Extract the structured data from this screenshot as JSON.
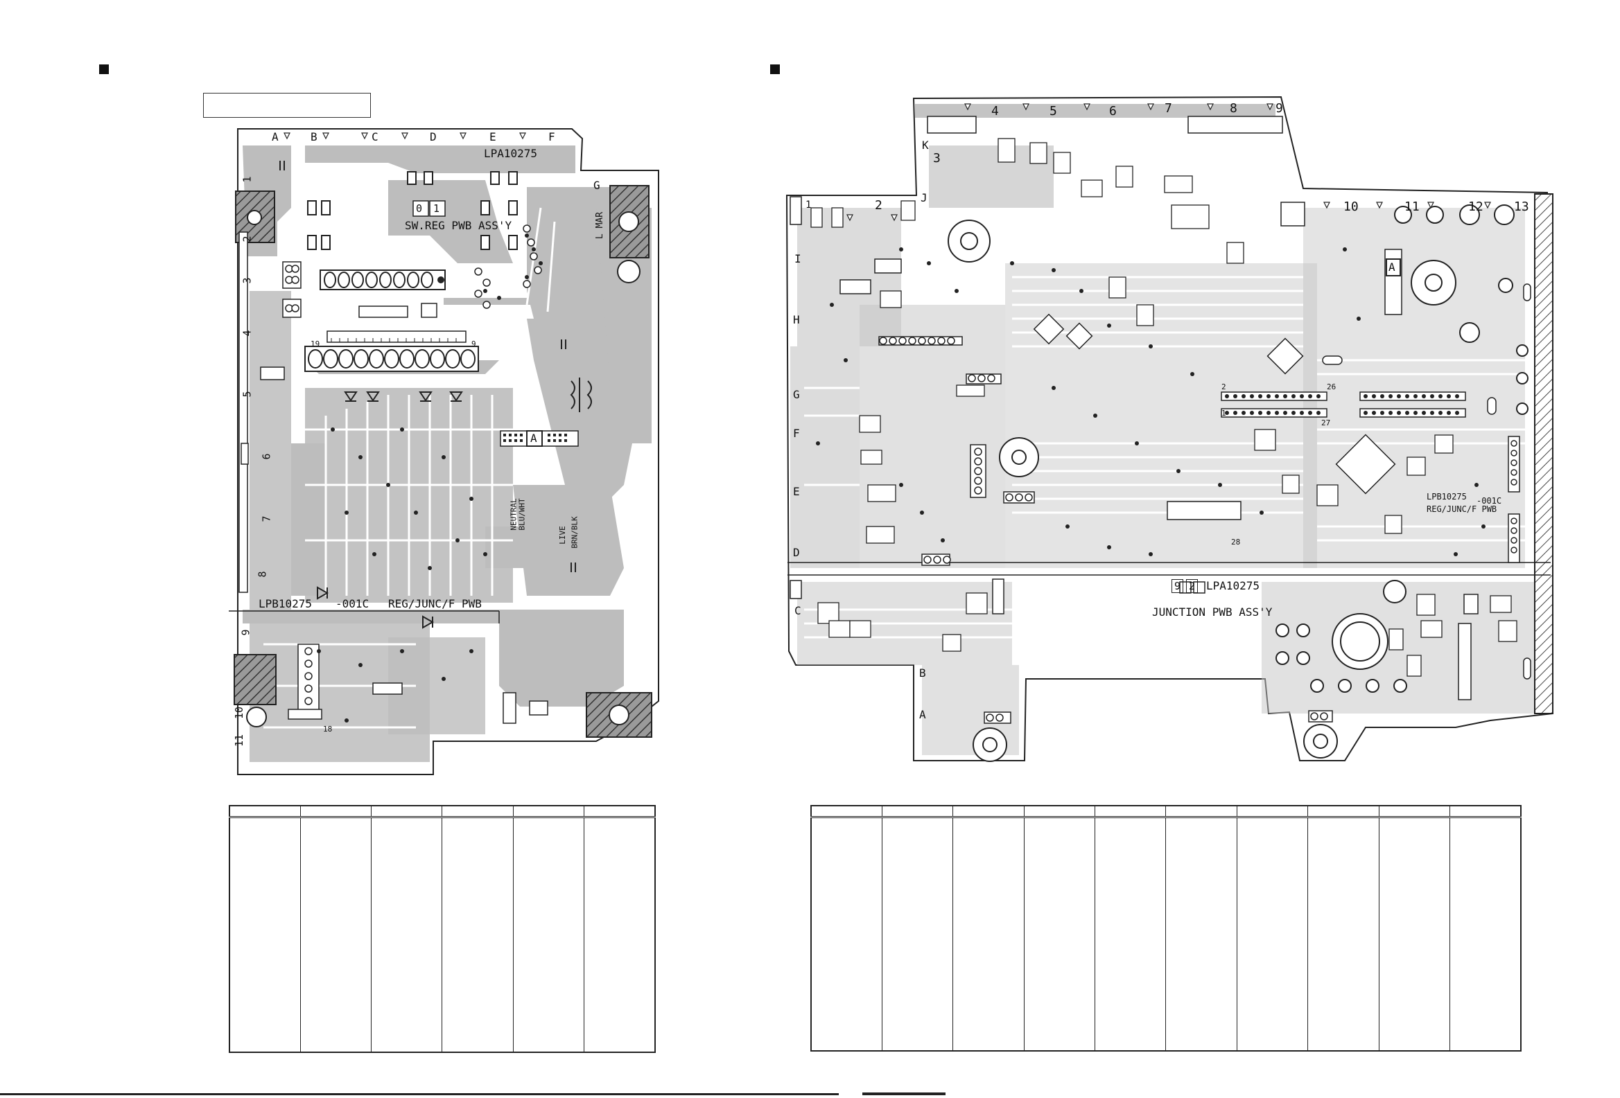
{
  "left_board": {
    "columns": [
      "A",
      "B",
      "C",
      "D",
      "E",
      "F",
      "G"
    ],
    "rows": [
      "1",
      "2",
      "3",
      "4",
      "5",
      "6",
      "7",
      "8",
      "9",
      "10",
      "11"
    ],
    "part_no": "LPA10275",
    "sub_label": "SW.REG PWB ASS'Y",
    "sub_code": [
      "0",
      "1"
    ],
    "main_label": "LPB10275",
    "main_suffix": "-001C",
    "main_name": "REG/JUNC/F PWB",
    "connector_a": "A",
    "neutral_label": "NEUTRAL",
    "neutral_color": "BLU/WHT",
    "live_label": "LIVE",
    "live_color": "BRN/BLK",
    "jack_label": "L MAR",
    "pin_19": "19",
    "pin_18": "18",
    "pin_9": "9"
  },
  "right_board": {
    "top_numbers": [
      "4",
      "5",
      "6",
      "7",
      "8",
      "9"
    ],
    "right_numbers": [
      "10",
      "11",
      "12",
      "13"
    ],
    "left_numbers": [
      "1",
      "2",
      "3"
    ],
    "letters": [
      "K",
      "J",
      "I",
      "H",
      "G",
      "F",
      "E",
      "D",
      "C",
      "B",
      "A"
    ],
    "part_no": "LPA10275",
    "sub_label": "JUNCTION PWB ASS'Y",
    "sub_code": [
      "9",
      "2"
    ],
    "main_label": "LPB10275",
    "main_suffix": "-001C",
    "main_name": "REG/JUNC/F PWB",
    "connector_a": "A",
    "pin_2": "2",
    "pin_28": "28",
    "pin_27": "27",
    "pin_26": "26",
    "pin_1": "1"
  },
  "colors": {
    "trace": "#b8b8b8",
    "ink": "#111111",
    "hatch": "#7a7a7a"
  }
}
